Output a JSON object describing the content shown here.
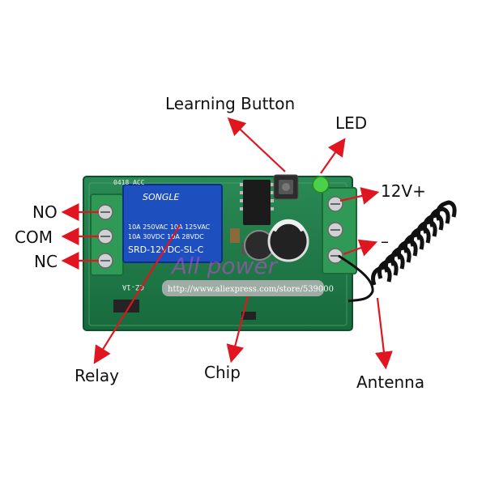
{
  "labels": {
    "learning_button": "Learning Button",
    "led": "LED",
    "v12": "12V+",
    "minus": "–",
    "no": "NO",
    "com": "COM",
    "nc": "NC",
    "relay": "Relay",
    "chip": "Chip",
    "antenna": "Antenna"
  },
  "relay": {
    "brand": "SONGLE",
    "line1": "10A 250VAC  10A 125VAC",
    "line2": "10A  30VDC  10A  28VDC",
    "model": "SRD-12VDC-SL-C"
  },
  "board": {
    "silk_top": "0418 ACC",
    "silk_side": "CZ-1A"
  },
  "watermark": {
    "brand": "All power",
    "url": "http://www.aliexpress.com/store/539000"
  },
  "colors": {
    "arrow": "#e0151f",
    "pcb": "#1f7a4a",
    "terminal": "#2f9a55",
    "relay": "#1d4fbf"
  }
}
